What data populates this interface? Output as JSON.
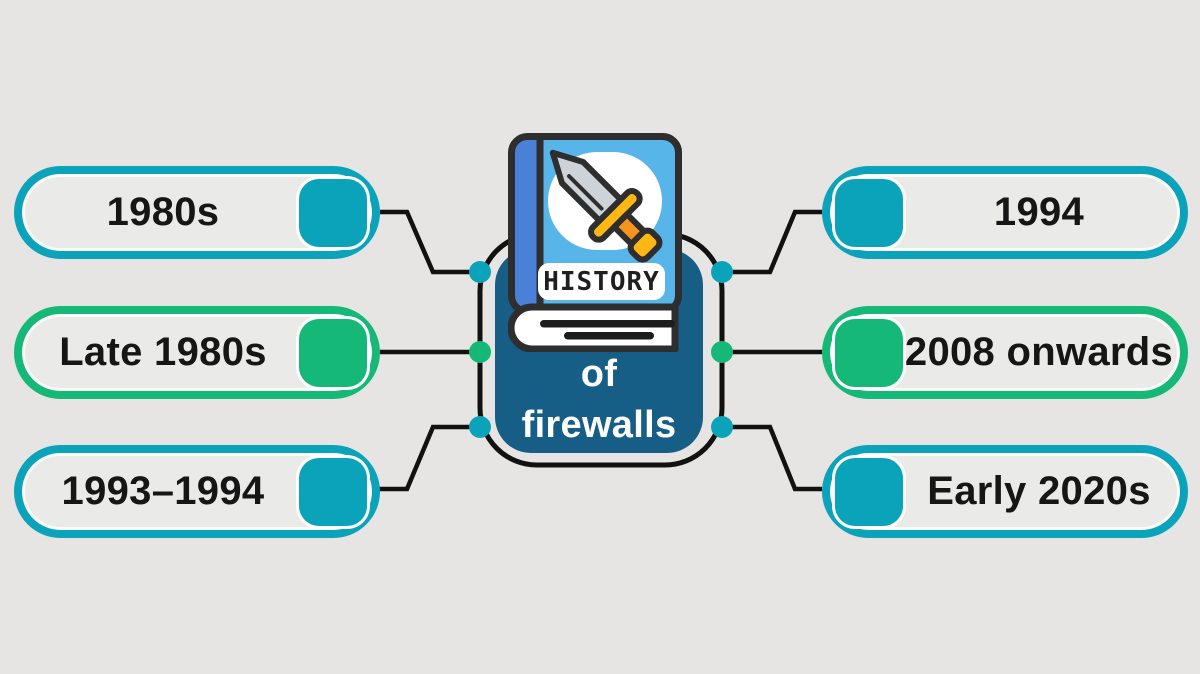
{
  "colors": {
    "background": "#e6e5e3",
    "pill_fill": "#eaeae8",
    "teal": "#0ba3ba",
    "green": "#15b877",
    "node_fill": "#165e86",
    "line": "#111111",
    "text": "#161616",
    "icon_outline": "#2e2e2e",
    "book_cover": "#58b5ea",
    "book_spine": "#4b80d8",
    "blade_gray": "#cdd3d8",
    "gold": "#fdb813",
    "orange": "#f7941d"
  },
  "center": {
    "icon": "history-book-with-sword",
    "book_label": "HISTORY",
    "line1": "of",
    "line2": "firewalls"
  },
  "branches": {
    "left": [
      {
        "label": "1980s",
        "color": "teal"
      },
      {
        "label": "Late 1980s",
        "color": "green"
      },
      {
        "label": "1993–1994",
        "color": "teal"
      }
    ],
    "right": [
      {
        "label": "1994",
        "color": "teal"
      },
      {
        "label": "2008 onwards",
        "color": "green"
      },
      {
        "label": "Early 2020s",
        "color": "teal"
      }
    ]
  },
  "ports": {
    "left": [
      "teal",
      "green",
      "teal"
    ],
    "right": [
      "teal",
      "green",
      "teal"
    ]
  }
}
